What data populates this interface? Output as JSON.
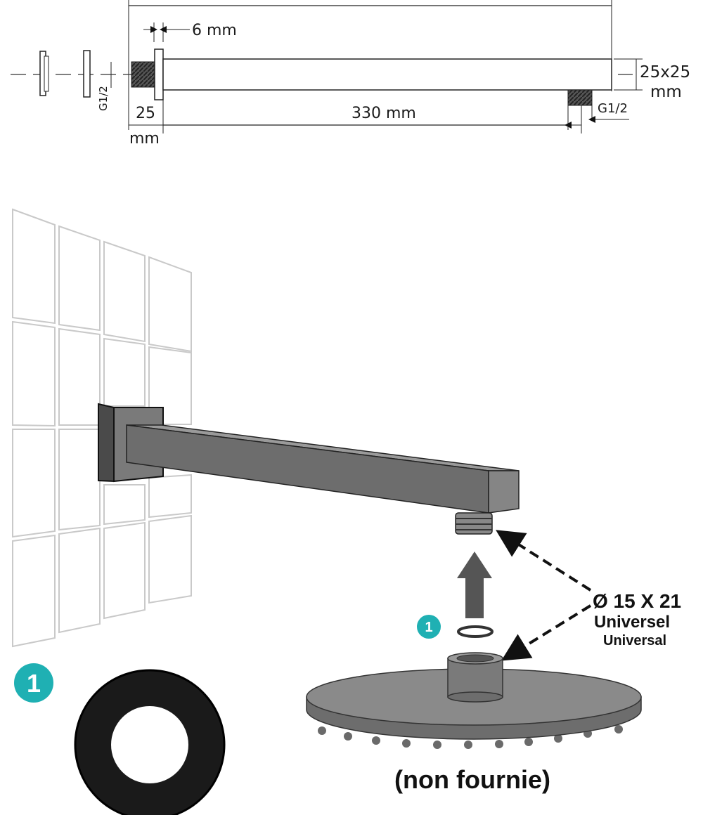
{
  "drawing": {
    "flange_thickness": "6 mm",
    "thread_depth_value": "25",
    "thread_depth_unit": "mm",
    "arm_length": "330 mm",
    "section_value": "25x25",
    "section_unit": "mm",
    "thread_left": "G1/2",
    "thread_right": "G1/2"
  },
  "illustration": {
    "step_badge": "1",
    "washer_badge": "1",
    "connector_line1": "Ø 15 X 21",
    "connector_line2": "Universel",
    "connector_line3": "Universal",
    "shower_head_note": "(non fournie)"
  },
  "colors": {
    "accent_teal": "#1fb0b3",
    "metal_dark": "#6d6d6d",
    "metal_mid": "#8a8a8a",
    "metal_light": "#a9a9a9",
    "washer_black": "#1a1a1a"
  }
}
